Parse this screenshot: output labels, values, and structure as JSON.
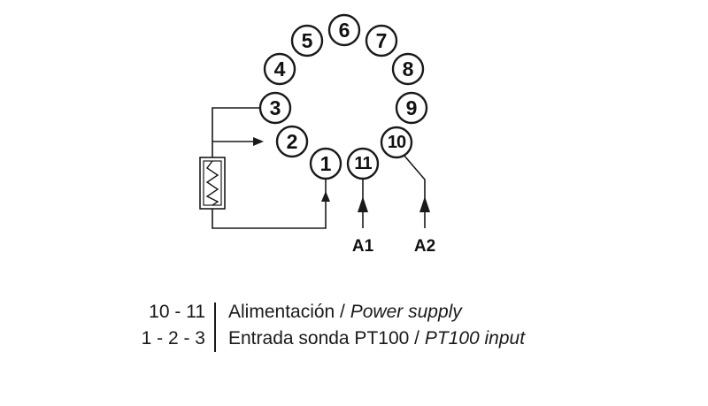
{
  "pins": [
    {
      "id": "1",
      "label": "1"
    },
    {
      "id": "2",
      "label": "2"
    },
    {
      "id": "3",
      "label": "3"
    },
    {
      "id": "4",
      "label": "4"
    },
    {
      "id": "5",
      "label": "5"
    },
    {
      "id": "6",
      "label": "6"
    },
    {
      "id": "7",
      "label": "7"
    },
    {
      "id": "8",
      "label": "8"
    },
    {
      "id": "9",
      "label": "9"
    },
    {
      "id": "10",
      "label": "10"
    },
    {
      "id": "11",
      "label": "11"
    }
  ],
  "terminals": {
    "a1": "A1",
    "a2": "A2"
  },
  "legend": [
    {
      "pins": "10 - 11",
      "es": "Alimentación / ",
      "en": "Power supply"
    },
    {
      "pins": "1 - 2 - 3",
      "es": "Entrada sonda PT100 / ",
      "en": "PT100 input"
    }
  ]
}
